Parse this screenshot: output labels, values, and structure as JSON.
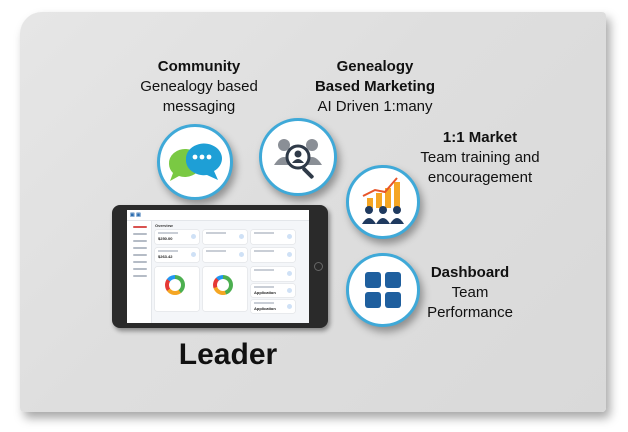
{
  "features": {
    "community": {
      "title": "Community",
      "line1": "Genealogy based",
      "line2": "messaging",
      "icon": "chat-bubbles-icon"
    },
    "genealogy": {
      "title1": "Genealogy",
      "title2": "Based Marketing",
      "line1": "AI Driven 1:many",
      "icon": "team-search-icon"
    },
    "market": {
      "title": "1:1 Market",
      "line1": "Team training and",
      "line2": "encouragement",
      "icon": "team-growth-chart-icon"
    },
    "dashboard": {
      "title": "Dashboard",
      "line1": "Team",
      "line2": "Performance",
      "icon": "dashboard-grid-icon"
    }
  },
  "leader_label": "Leader",
  "tablet": {
    "screen_title": "Overview",
    "values": [
      "$250.00",
      "$263.42",
      "Application",
      "Application"
    ]
  },
  "colors": {
    "ring": "#3fa9d8",
    "chat_green": "#7ac943",
    "chat_blue": "#1e9fd6",
    "dashboard_blue": "#1f5f9e",
    "chart_orange": "#f5a623",
    "people_navy": "#1f3a5f"
  }
}
